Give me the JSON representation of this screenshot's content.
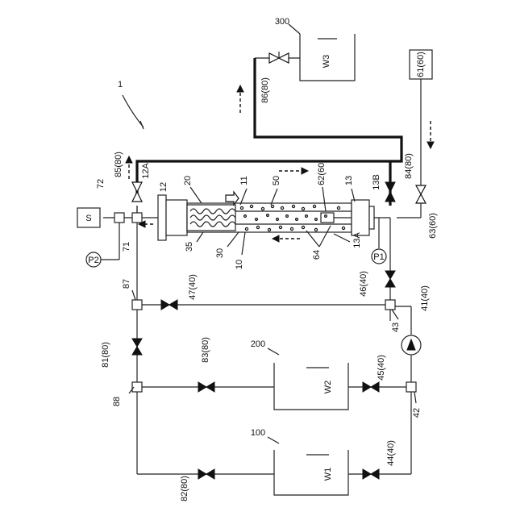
{
  "labels": {
    "system": "1",
    "w3_num": "300",
    "w3": "W3",
    "w2_num": "200",
    "w2": "W2",
    "w1_num": "100",
    "w1": "W1",
    "src": "61(60)",
    "s": "S",
    "p1": "P1",
    "p2": "P2",
    "v86": "86(80)",
    "v85": "85(80)",
    "v84": "84(80)",
    "v63": "63(60)",
    "v47": "47(40)",
    "v46": "46(40)",
    "v83": "83(80)",
    "v81": "81(80)",
    "v45": "45(40)",
    "v82": "82(80)",
    "v44": "44(40)",
    "pump": "41(40)",
    "n72": "72",
    "n71": "71",
    "n12A": "12A",
    "n12": "12",
    "n20": "20",
    "n11": "11",
    "n50": "50",
    "n62": "62(60)",
    "n13": "13",
    "n13B": "13B",
    "n13A": "13A",
    "n35": "35",
    "n30": "30",
    "n10": "10",
    "n64": "64",
    "n87": "87",
    "n43": "43",
    "n88": "88",
    "n42": "42"
  }
}
